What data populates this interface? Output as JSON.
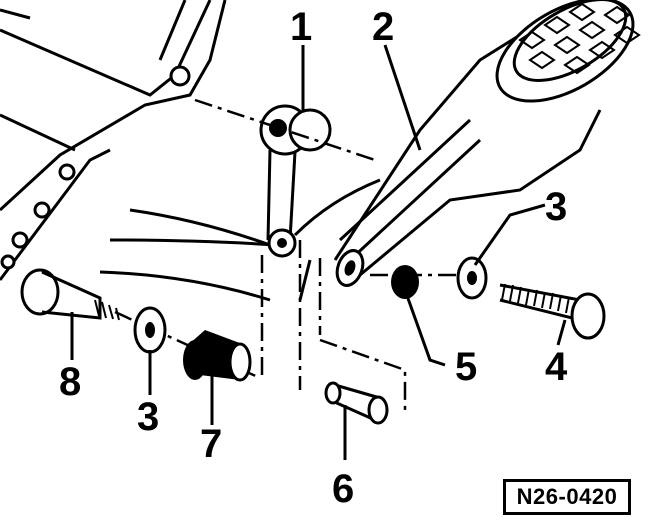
{
  "diagram": {
    "reference_code": "N26-0420",
    "callouts": [
      {
        "id": "1",
        "label": "1"
      },
      {
        "id": "2",
        "label": "2"
      },
      {
        "id": "3a",
        "label": "3"
      },
      {
        "id": "4",
        "label": "4"
      },
      {
        "id": "5",
        "label": "5"
      },
      {
        "id": "6",
        "label": "6"
      },
      {
        "id": "7",
        "label": "7"
      },
      {
        "id": "3b",
        "label": "3"
      },
      {
        "id": "8",
        "label": "8"
      }
    ]
  }
}
